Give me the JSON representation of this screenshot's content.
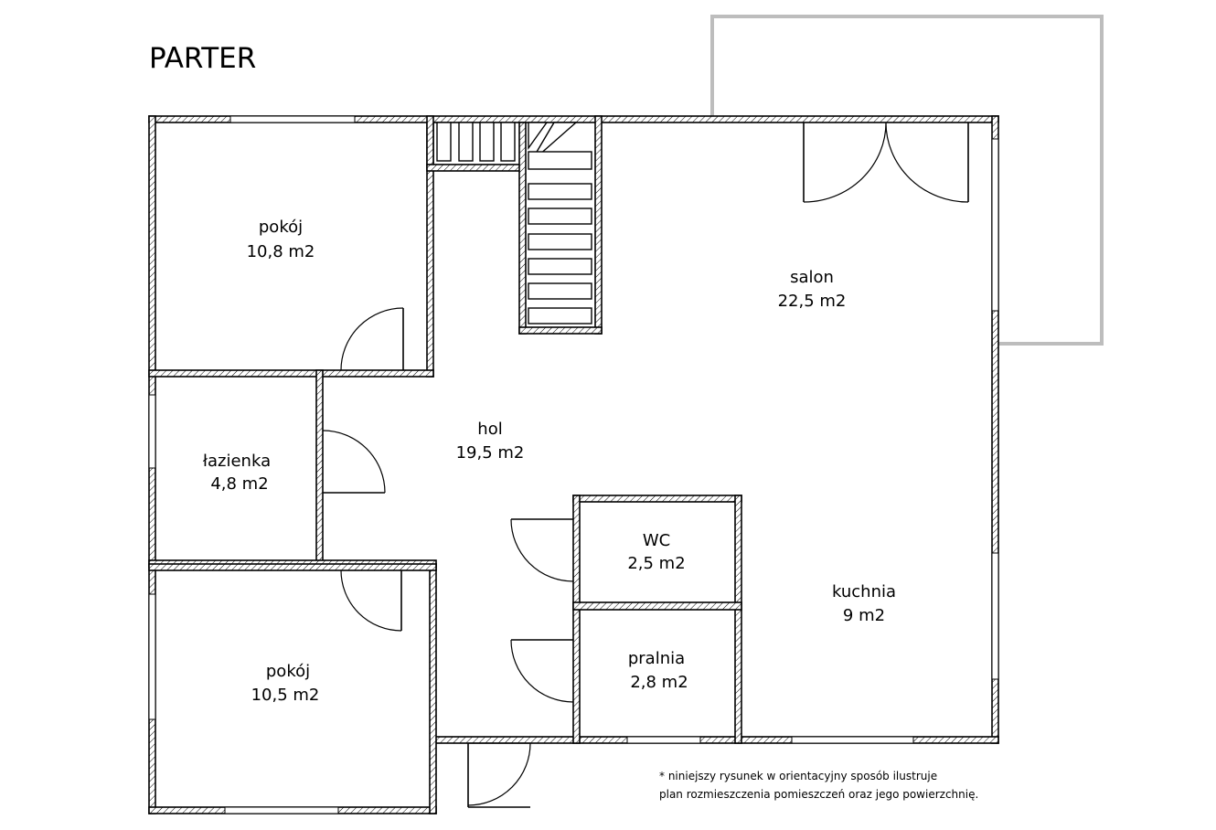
{
  "title": "PARTER",
  "rooms": [
    {
      "id": "pokoj1",
      "name": "pokój",
      "area": "10,8 m2"
    },
    {
      "id": "lazienka",
      "name": "łazienka",
      "area": "4,8 m2"
    },
    {
      "id": "pokoj2",
      "name": "pokój",
      "area": "10,5 m2"
    },
    {
      "id": "hol",
      "name": "hol",
      "area": "19,5 m2"
    },
    {
      "id": "salon",
      "name": "salon",
      "area": "22,5 m2"
    },
    {
      "id": "wc",
      "name": "WC",
      "area": "2,5 m2"
    },
    {
      "id": "pralnia",
      "name": "pralnia",
      "area": "2,8 m2"
    },
    {
      "id": "kuchnia",
      "name": "kuchnia",
      "area": "9 m2"
    }
  ],
  "note": {
    "line1": "* niniejszy rysunek w orientacyjny sposób ilustruje",
    "line2": "plan rozmieszczenia pomieszczeń oraz jego powierzchnię."
  },
  "colors": {
    "wall_outline": "#000000",
    "terrace": "#bdbdbd",
    "background": "#ffffff"
  }
}
